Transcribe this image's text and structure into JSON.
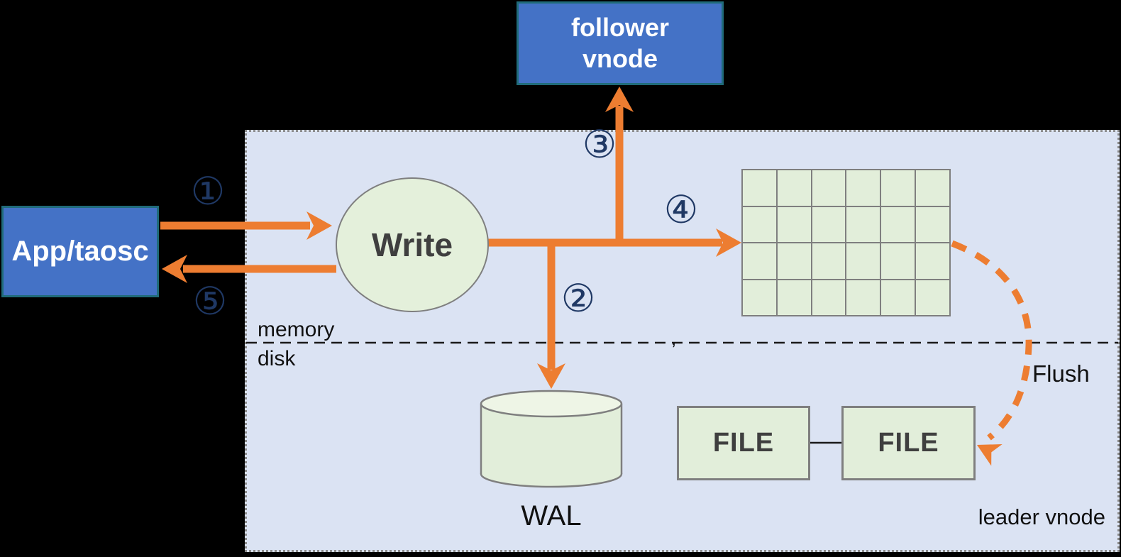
{
  "nodes": {
    "follower_vnode": {
      "line1": "follower",
      "line2": "vnode"
    },
    "app": {
      "label": "App/taosc"
    },
    "write": {
      "label": "Write"
    },
    "wal": {
      "label": "WAL"
    },
    "file_left": {
      "label": "FILE"
    },
    "file_right": {
      "label": "FILE"
    }
  },
  "labels": {
    "memory": "memory",
    "disk": "disk",
    "flush": "Flush",
    "leader_vnode": "leader vnode",
    "stray_mark": ","
  },
  "steps": {
    "s1": "①",
    "s2": "②",
    "s3": "③",
    "s4": "④",
    "s5": "⑤"
  },
  "grid": {
    "rows": 4,
    "cols": 6
  },
  "colors": {
    "node_blue_fill": "#4472C6",
    "node_blue_border": "#206B7A",
    "shape_green_fill": "#E2EEDA",
    "shape_border_gray": "#7F7F7F",
    "container_lavender": "#DBE3F3",
    "arrow_orange": "#ED7D31",
    "step_navy": "#1F3864",
    "background_black": "#000000"
  }
}
